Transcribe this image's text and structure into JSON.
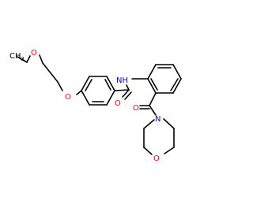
{
  "structure": {
    "colors": {
      "bond": "#000000",
      "carbon": "#000000",
      "oxygen": "#ff0000",
      "nitrogen": "#0000ff"
    },
    "atom_labels": {
      "ch3": "CH",
      "ch3_sub": "3",
      "ether_o_1": "O",
      "ether_o_2": "O",
      "nh": "NH",
      "amide_o": "O",
      "ketone_o": "O",
      "morph_n": "N",
      "morph_o": "O"
    }
  }
}
